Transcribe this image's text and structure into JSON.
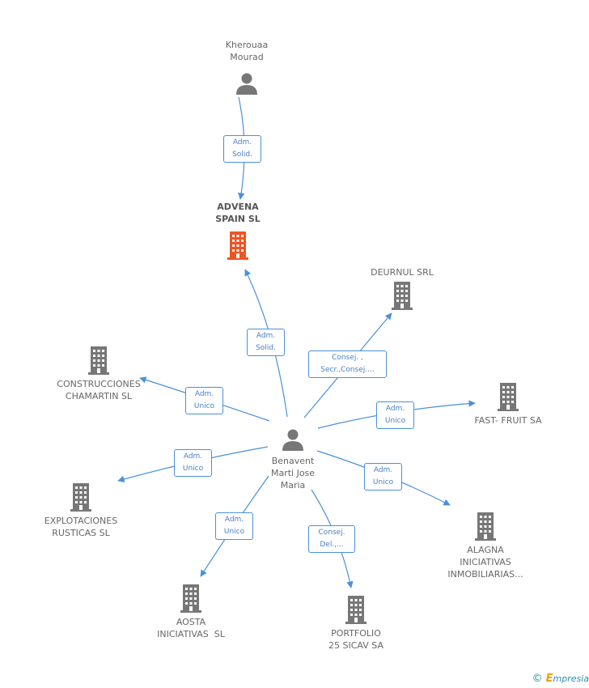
{
  "colors": {
    "edge": "#4a90d9",
    "node": "#777777",
    "highlight": "#ee5522"
  },
  "nodes": {
    "kherouaa": {
      "label": "Kherouaa\nMourad",
      "icon": "person-icon"
    },
    "advena": {
      "label": "ADVENA\nSPAIN SL",
      "icon": "building-icon"
    },
    "deurnul": {
      "label": "DEURNUL SRL",
      "icon": "building-icon"
    },
    "construcciones": {
      "label": "CONSTRUCCIONES\nCHAMARTIN SL",
      "icon": "building-icon"
    },
    "fastfruit": {
      "label": "FAST- FRUIT SA",
      "icon": "building-icon"
    },
    "benavent": {
      "label": "Benavent\nMarti Jose\nMaria",
      "icon": "person-icon"
    },
    "explotaciones": {
      "label": "EXPLOTACIONES\nRUSTICAS SL",
      "icon": "building-icon"
    },
    "alagna": {
      "label": "ALAGNA\nINICIATIVAS\nINMOBILIARIAS...",
      "icon": "building-icon"
    },
    "aosta": {
      "label": "AOSTA\nINICIATIVAS  SL",
      "icon": "building-icon"
    },
    "portfolio": {
      "label": "PORTFOLIO\n25 SICAV SA",
      "icon": "building-icon"
    }
  },
  "edges": {
    "kherouaa_advena": "Adm.\nSolid.",
    "benavent_advena": "Adm.\nSolid.",
    "benavent_deurnul": "Consej. ,\nSecr.,Consej....",
    "benavent_construcciones": "Adm.\nUnico",
    "benavent_fastfruit": "Adm.\nUnico",
    "benavent_explotaciones": "Adm.\nUnico",
    "benavent_alagna": "Adm.\nUnico",
    "benavent_aosta": "Adm.\nUnico",
    "benavent_portfolio": "Consej.\nDel.,..."
  },
  "footer": {
    "copyright_symbol": "©",
    "brand_initial": "E",
    "brand_rest": "mpresia"
  }
}
